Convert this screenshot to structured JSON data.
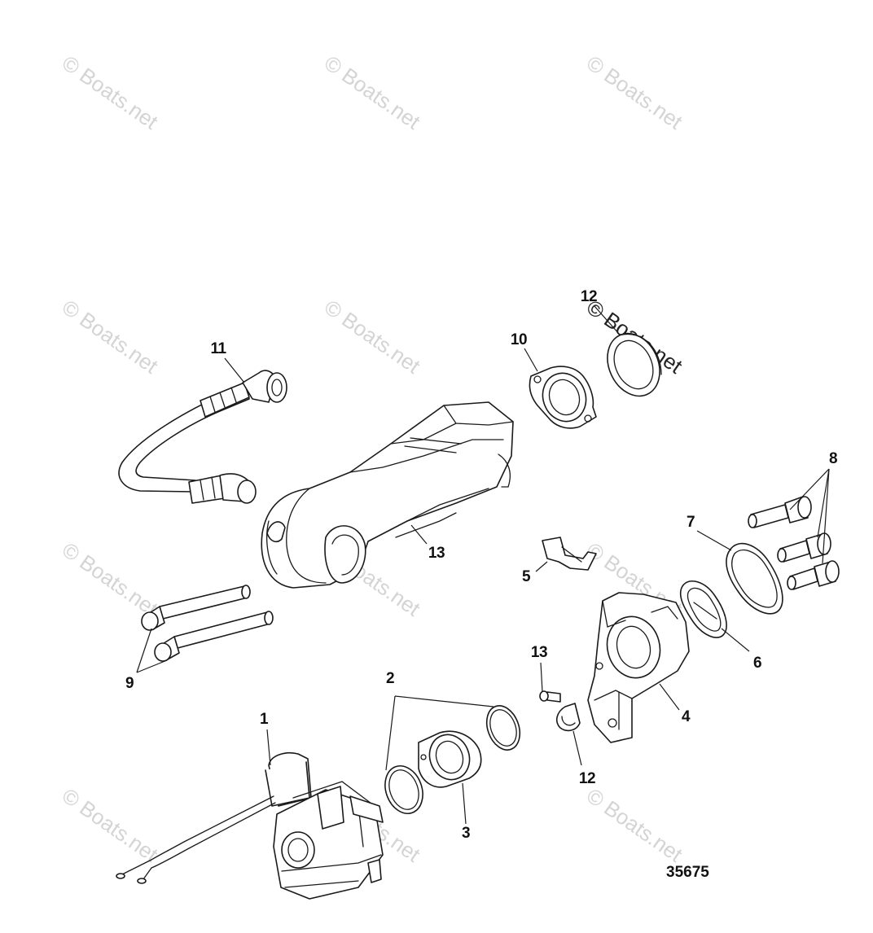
{
  "watermark": "© Boats.net",
  "drawing_number": "35675",
  "callouts": [
    {
      "id": "c1",
      "label": "1"
    },
    {
      "id": "c2",
      "label": "2"
    },
    {
      "id": "c3",
      "label": "3"
    },
    {
      "id": "c4",
      "label": "4"
    },
    {
      "id": "c5",
      "label": "5"
    },
    {
      "id": "c6",
      "label": "6"
    },
    {
      "id": "c7",
      "label": "7"
    },
    {
      "id": "c8",
      "label": "8"
    },
    {
      "id": "c9",
      "label": "9"
    },
    {
      "id": "c10",
      "label": "10"
    },
    {
      "id": "c11",
      "label": "11"
    },
    {
      "id": "c12a",
      "label": "12"
    },
    {
      "id": "c12b",
      "label": "12"
    },
    {
      "id": "c13a",
      "label": "13"
    },
    {
      "id": "c13b",
      "label": "13"
    }
  ],
  "colors": {
    "ink": "#1a1a1a",
    "watermark": "#d4d4d4",
    "background": "#ffffff"
  }
}
